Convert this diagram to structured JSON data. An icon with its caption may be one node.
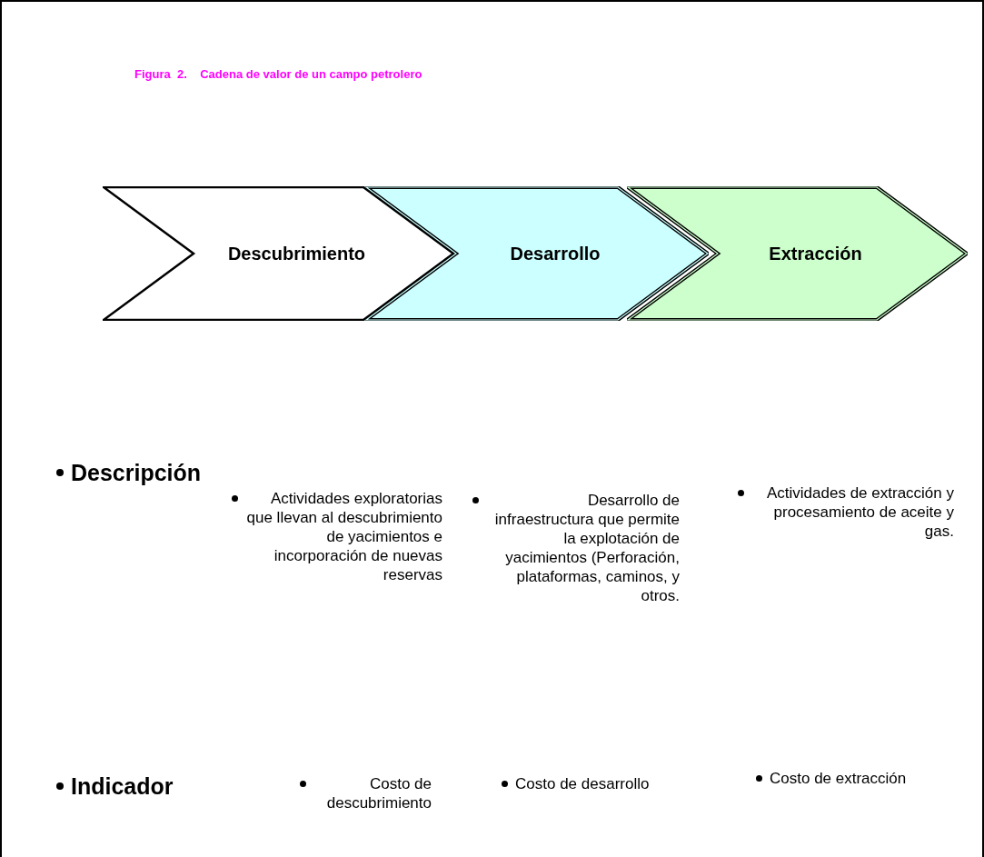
{
  "diagram": {
    "title": "Figura  2.    Cadena de valor de un campo petrolero",
    "nodes": [
      {
        "text": [
          "Descubrimiento"
        ]
      },
      {
        "text": [
          "Desarrollo"
        ]
      },
      {
        "text": [
          "Extracción"
        ]
      }
    ],
    "edges": [],
    "labels": [
      "Descripción",
      "Actividades exploratorias que llevan al descubrimiento de yacimientos e incorporación de nuevas reservas",
      "Desarrollo de infraestructura que permite la explotación de yacimientos (Perforación, plataformas, caminos, y otros.",
      "Actividades de extracción y procesamiento de aceite y gas.",
      "Indicador",
      "Costo de descubrimiento",
      "Costo de desarrollo",
      "Costo de extracción"
    ]
  }
}
